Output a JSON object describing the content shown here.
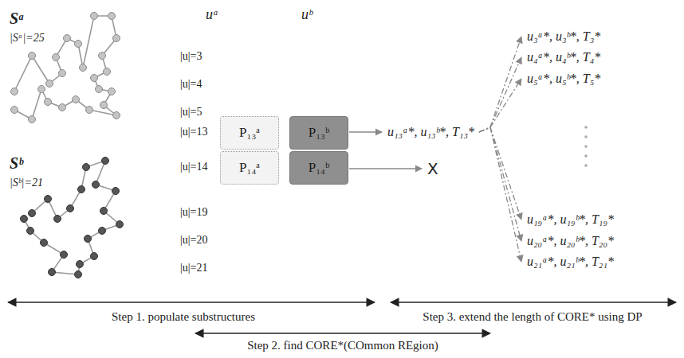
{
  "diagram": {
    "nodes": [
      {
        "text": [
          "P₁₃ᵃ"
        ]
      },
      {
        "text": [
          "P₁₃ᵇ"
        ]
      },
      {
        "text": [
          "P₁₄ᵃ"
        ]
      },
      {
        "text": [
          "P₁₄ᵇ"
        ]
      },
      {
        "text": [
          "u₁₃ᵃ*, u₁₃ᵇ*, T₁₃*"
        ]
      },
      {
        "text": [
          "X"
        ]
      },
      {
        "text": [
          "u₃ᵃ*, u₃ᵇ*, T₃*"
        ]
      },
      {
        "text": [
          "u₄ᵃ*, u₄ᵇ*, T₄*"
        ]
      },
      {
        "text": [
          "u₅ᵃ*, u₅ᵇ*, T₅*"
        ]
      },
      {
        "text": [
          "u₁₉ᵃ*, u₁₉ᵇ*, T₁₉*"
        ]
      },
      {
        "text": [
          "u₂₀ᵃ*, u₂₀ᵇ*, T₂₀*"
        ]
      },
      {
        "text": [
          "u₂₁ᵃ*, u₂₁ᵇ*, T₂₁*"
        ]
      }
    ],
    "edges": [
      {
        "from": 1,
        "to": 4,
        "arrow": "to"
      },
      {
        "from": 3,
        "to": 5,
        "arrow": "to"
      },
      {
        "from": 4,
        "to": 6,
        "arrow": "to"
      },
      {
        "from": 4,
        "to": 7,
        "arrow": "to"
      },
      {
        "from": 4,
        "to": 8,
        "arrow": "to"
      },
      {
        "from": 4,
        "to": 9,
        "arrow": "to"
      },
      {
        "from": 4,
        "to": 10,
        "arrow": "to"
      },
      {
        "from": 4,
        "to": 11,
        "arrow": "to"
      }
    ],
    "labels": [
      "Sᵃ",
      "|Sᵃ|=25",
      "Sᵇ",
      "|Sᵇ|=21",
      "uᵃ",
      "uᵇ",
      "|u|=3",
      "|u|=4",
      "|u|=5",
      "|u|=13",
      "|u|=14",
      "|u|=19",
      "|u|=20",
      "|u|=21",
      "Step 1. populate substructures",
      "Step 2. find CORE*(COmmon REgion)",
      "Step 3. extend the length of CORE* using DP"
    ]
  }
}
